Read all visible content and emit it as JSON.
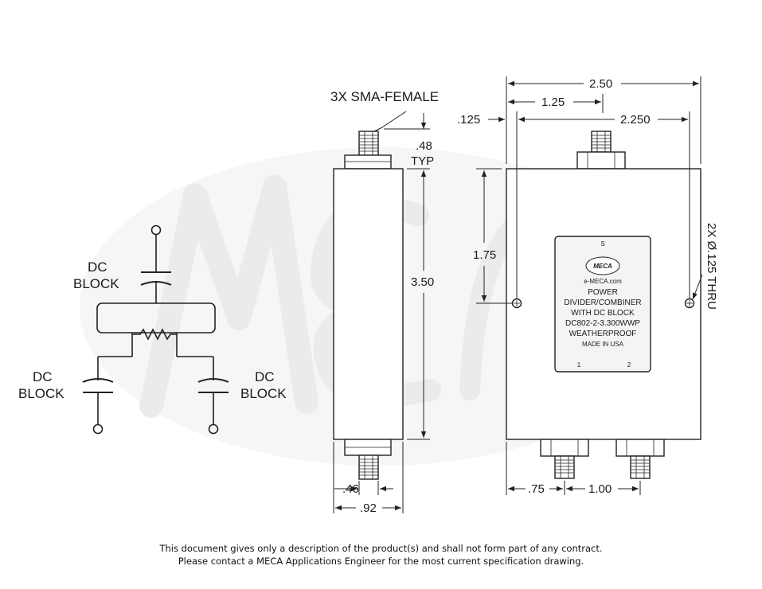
{
  "watermark": {
    "text": "MECA",
    "color": "#ebebeb"
  },
  "schematic": {
    "dc_block_top": [
      "DC",
      "BLOCK"
    ],
    "dc_block_left": [
      "DC",
      "BLOCK"
    ],
    "dc_block_right": [
      "DC",
      "BLOCK"
    ]
  },
  "side_view": {
    "connector_label": "3X  SMA-FEMALE",
    "top_offset": ".48",
    "top_offset_note": "TYP",
    "height": "3.50",
    "connector_width": ".46",
    "body_width": ".92"
  },
  "front_view": {
    "overall_width": "2.50",
    "center_to_input": "1.25",
    "edge_to_hole": ".125",
    "hole_spacing": "2.250",
    "hole_height": "1.75",
    "holes": "2X Ø.125 THRU",
    "edge_to_port1": ".75",
    "port_spacing": "1.00"
  },
  "nameplate": {
    "port_s": "S",
    "logo_text": "MECA",
    "website": "e-MECA.com",
    "lines": [
      "POWER",
      "DIVIDER/COMBINER",
      "WITH DC BLOCK",
      "DC802-2-3.300WWP",
      "WEATHERPROOF"
    ],
    "made_in": "MADE IN USA",
    "port_1": "1",
    "port_2": "2"
  },
  "footer": {
    "line1": "This document gives only a description of the product(s) and shall not form part of any contract.",
    "line2": "Please contact a MECA Applications Engineer for the most current specification drawing."
  }
}
